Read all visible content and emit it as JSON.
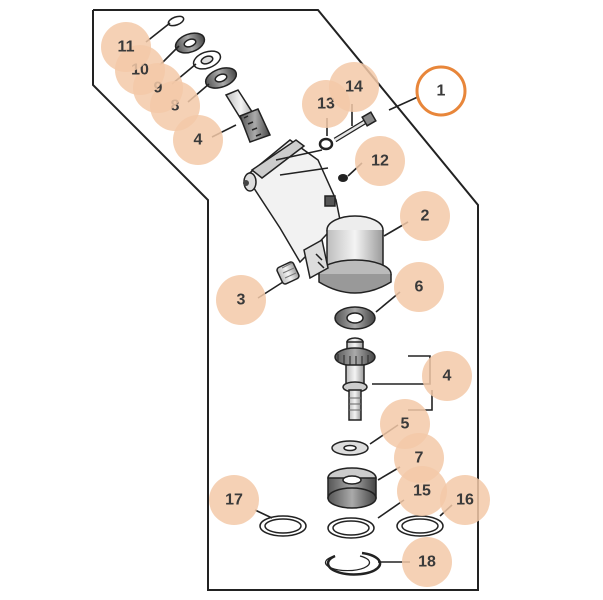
{
  "callouts": [
    {
      "label": "1",
      "highlight": true
    },
    {
      "label": "2"
    },
    {
      "label": "3"
    },
    {
      "label": "4"
    },
    {
      "label": "4"
    },
    {
      "label": "5"
    },
    {
      "label": "6"
    },
    {
      "label": "7"
    },
    {
      "label": "8"
    },
    {
      "label": "9"
    },
    {
      "label": "10"
    },
    {
      "label": "11"
    },
    {
      "label": "12"
    },
    {
      "label": "13"
    },
    {
      "label": "14"
    },
    {
      "label": "15"
    },
    {
      "label": "16"
    },
    {
      "label": "17"
    },
    {
      "label": "18"
    }
  ],
  "colors": {
    "badge_fill": "#f3c9a8",
    "highlight_ring": "#e8863a",
    "line": "#222222"
  }
}
